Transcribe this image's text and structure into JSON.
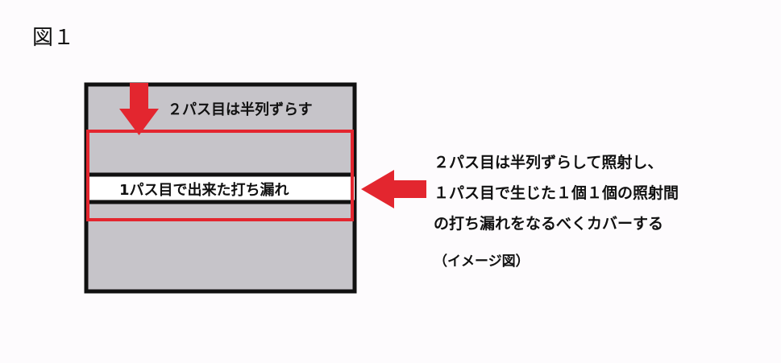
{
  "figure": {
    "title": "図１"
  },
  "diagram": {
    "pass2_label": "２パス目は半列ずらす",
    "pass1_label": "1パス目で出来た打ち漏れ",
    "colors": {
      "block_fill": "#c6c4c9",
      "block_border": "#111111",
      "gap_fill": "#ffffff",
      "highlight_red": "#e3262f",
      "background": "#fdfbfd"
    }
  },
  "explanation": {
    "lines": [
      "２パス目は半列ずらして照射し、",
      "１パス目で生じた１個１個の照射間",
      "の打ち漏れをなるべくカバーする"
    ],
    "caption": "（イメージ図）"
  }
}
